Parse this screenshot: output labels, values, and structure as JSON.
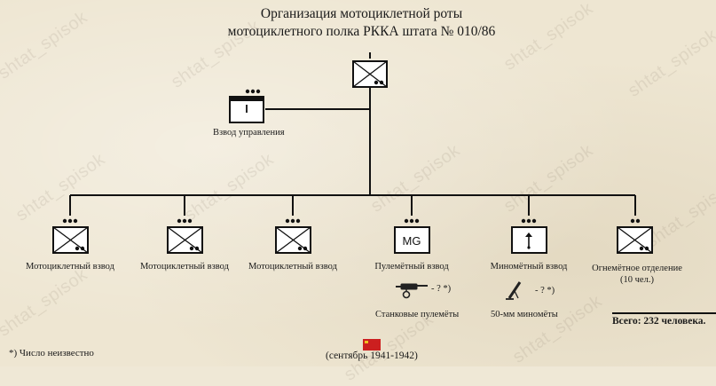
{
  "title": {
    "line1": "Организация мотоциклетной роты",
    "line2": "мотоциклетного полка РККА штата  № 010/86"
  },
  "watermark": "shtat_spisok",
  "hq": {
    "size_mark": "I",
    "type": "motorcycle company"
  },
  "control": {
    "size_mark": "I",
    "label": "Взвод управления"
  },
  "units": [
    {
      "label": "Мотоциклетный взвод",
      "symbol": "motorcycle-cross",
      "dots": 3
    },
    {
      "label": "Мотоциклетный взвод",
      "symbol": "motorcycle-cross",
      "dots": 3
    },
    {
      "label": "Мотоциклетный взвод",
      "symbol": "motorcycle-cross",
      "dots": 3
    },
    {
      "label": "Пулемётный взвод",
      "symbol": "machine-gun",
      "symbol_text": "MG",
      "dots": 3
    },
    {
      "label": "Миномётный взвод",
      "symbol": "mortar",
      "dots": 3
    },
    {
      "label": "Огнемётное отделение",
      "sub_label": "(10 чел.)",
      "symbol": "motorcycle-cross",
      "dots": 2
    }
  ],
  "equipment": [
    {
      "icon": "heavy-machine-gun-icon",
      "count": "- ? *)",
      "label": "Станковые пулемёты"
    },
    {
      "icon": "mortar-icon",
      "count": "- ? *)",
      "label": "50-мм миномёты"
    }
  ],
  "total": "Всего: 232 человека.",
  "footnote": "*) Число неизвестно",
  "date": "(сентябрь 1941-1942)",
  "colors": {
    "background": "#eee6d2",
    "lines": "#111111",
    "flag": "#cc1f1f"
  }
}
